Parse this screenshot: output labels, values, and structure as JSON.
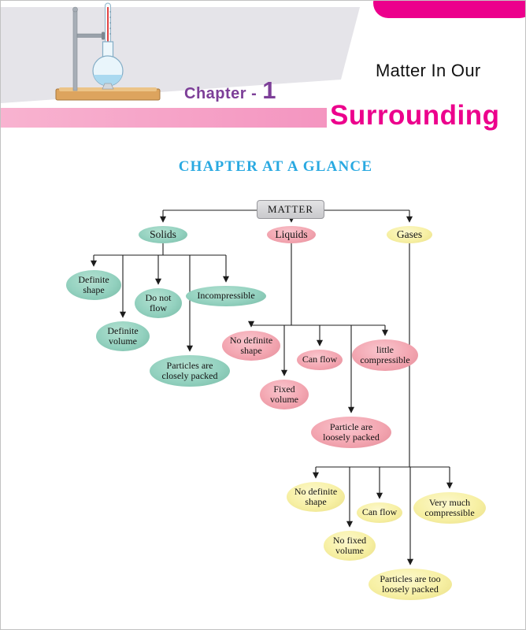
{
  "header": {
    "chapter_prefix": "Chapter -",
    "chapter_number": "1",
    "title_line1": "Matter In Our",
    "title_line2": "Surrounding"
  },
  "section_title": "CHAPTER AT A GLANCE",
  "palette": {
    "magenta": "#ec008c",
    "banner_pink": "#f495c0",
    "chapter_purple": "#7d3f98",
    "section_title_blue": "#29a9e1",
    "solids_fill": "#93d1bf",
    "liquids_fill": "#f3a6b1",
    "gases_fill": "#f7f0a4",
    "matter_box_fill": "#d6d6d8"
  },
  "diagram": {
    "root_label": "MATTER",
    "groups": [
      {
        "label": "Solids",
        "properties": [
          "Definite shape",
          "Do not flow",
          "Incompressible",
          "Definite volume",
          "Particles are closely packed"
        ]
      },
      {
        "label": "Liquids",
        "properties": [
          "No definite shape",
          "Can flow",
          "little compressible",
          "Fixed volume",
          "Particle are loosely packed"
        ]
      },
      {
        "label": "Gases",
        "properties": [
          "No definite shape",
          "Can flow",
          "Very much compressible",
          "No fixed volume",
          "Particles are too loosely packed"
        ]
      }
    ]
  }
}
